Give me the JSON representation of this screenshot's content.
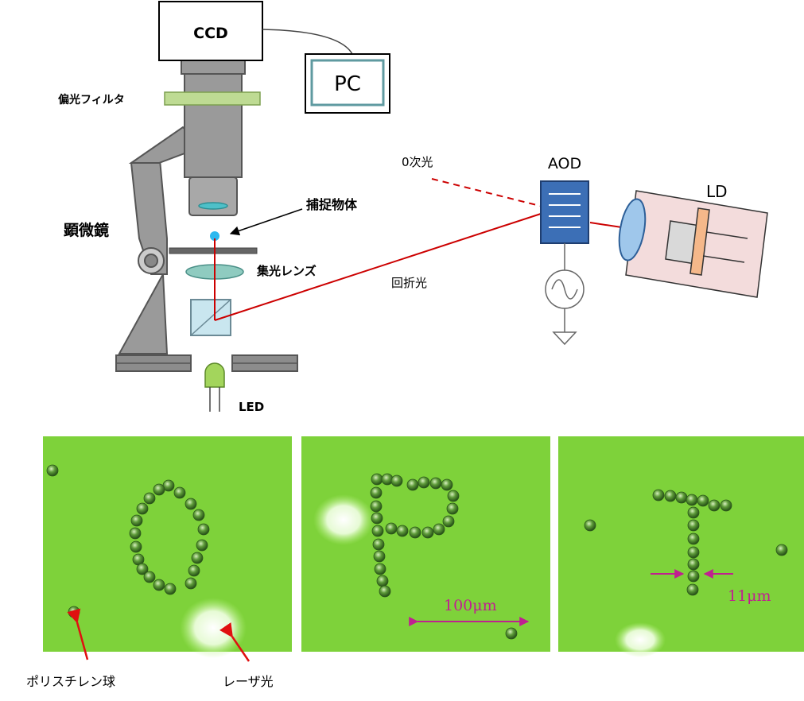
{
  "setup": {
    "ccd": "CCD",
    "pc": "PC",
    "polarizer": "偏光フィルタ",
    "microscope": "顕微鏡",
    "trapped_object": "捕捉物体",
    "condenser_lens": "集光レンズ",
    "led": "LED",
    "zero_order": "0次光",
    "aod": "AOD",
    "ld": "LD",
    "diffracted": "回折光"
  },
  "photos": {
    "scale_100": "100μm",
    "scale_11": "11μm",
    "polystyrene": "ポリスチレン球",
    "laser": "レーザ光"
  },
  "colors": {
    "laser": "#cc0000",
    "annotation": "#c02090",
    "photo_bg": "#7ed23a",
    "aod": "#3c6fb6",
    "ld_box": "#f3dcdc"
  }
}
